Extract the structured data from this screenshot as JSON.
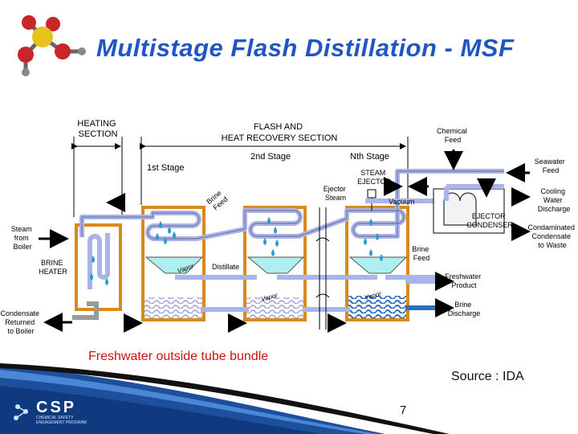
{
  "slide": {
    "title": "Multistage Flash Distillation - MSF",
    "caption": "Freshwater outside tube bundle",
    "source": "Source : IDA",
    "page_number": "7",
    "logo": {
      "name": "CSP",
      "subtitle": "CHEMICAL SAFETY ENGAGEMENT PROGRAM"
    }
  },
  "diagram": {
    "sections": {
      "heating": [
        "HEATING",
        "SECTION"
      ],
      "flash": [
        "FLASH AND",
        "HEAT RECOVERY SECTION"
      ]
    },
    "stages": [
      "1st   Stage",
      "2nd   Stage",
      "Nth   Stage"
    ],
    "labels": {
      "steam_from_boiler": [
        "Steam",
        "from",
        "Boiler"
      ],
      "brine_heater": [
        "BRINE",
        "HEATER"
      ],
      "condensate_returned": [
        "Condensate",
        "Returned",
        "to Boiler"
      ],
      "brine_feed_top": [
        "Brine",
        "Feed"
      ],
      "vapor": "Vapor",
      "distillate": "Distillate",
      "steam_ejector": [
        "STEAM",
        "EJECTOR"
      ],
      "ejector_steam": [
        "Ejector",
        "Steam"
      ],
      "vacuum": "Vacuum",
      "brine_feed_right": [
        "Brine",
        "Feed"
      ],
      "chemical_feed": [
        "Chemical",
        "Feed"
      ],
      "seawater_feed": [
        "Seawater",
        "Feed"
      ],
      "cooling_water_discharge": [
        "Cooling",
        "Water",
        "Discharge"
      ],
      "ejector_condenser": [
        "EJECTOR",
        "CONDENSER"
      ],
      "contaminated_condensate": [
        "Condaminated",
        "Condensate",
        "to Waste"
      ],
      "freshwater_product": [
        "Freshwater",
        "Product"
      ],
      "brine_discharge": [
        "Brine",
        "Discharge"
      ]
    }
  },
  "colors": {
    "title": "#2255c4",
    "caption": "#cc1111",
    "vessel_border": "#d98a1e",
    "tube": "#a9b4e8",
    "water": "#2e9ad4",
    "distillate_tray": "#aef0ef"
  }
}
